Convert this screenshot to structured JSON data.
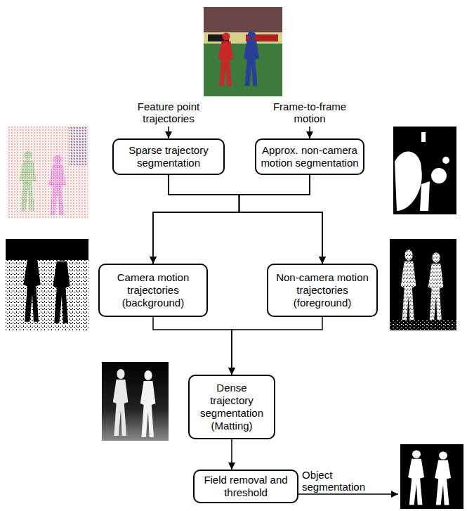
{
  "diagram": {
    "nodes": [
      {
        "text": [
          "Sparse trajectory segmentation"
        ]
      },
      {
        "text": [
          "Approx. non-camera motion segmentation"
        ]
      },
      {
        "text": [
          "Camera motion trajectories (background)"
        ]
      },
      {
        "text": [
          "Non-camera motion trajectories (foreground)"
        ]
      },
      {
        "text": [
          "Dense trajectory segmentation (Matting)"
        ]
      },
      {
        "text": [
          "Field removal and threshold"
        ]
      }
    ],
    "edges": [
      {
        "from": 0,
        "to": 2,
        "arrow": "to"
      },
      {
        "from": 0,
        "to": 3,
        "arrow": "to"
      },
      {
        "from": 1,
        "to": 2,
        "arrow": "to"
      },
      {
        "from": 1,
        "to": 3,
        "arrow": "to"
      },
      {
        "from": 2,
        "to": 4,
        "arrow": "to"
      },
      {
        "from": 3,
        "to": 4,
        "arrow": "to"
      },
      {
        "from": 4,
        "to": 5,
        "arrow": "to"
      }
    ],
    "labels": [
      "Feature point trajectories",
      "Frame-to-frame motion",
      "Object segmentation"
    ]
  }
}
